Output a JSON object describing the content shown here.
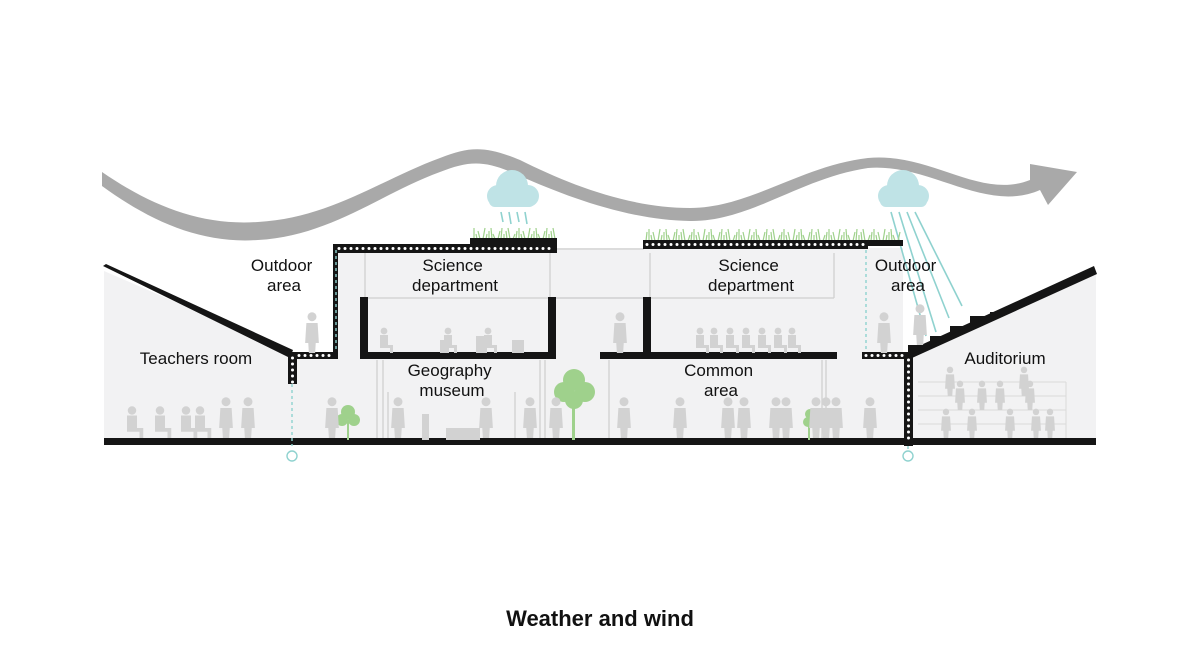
{
  "caption": "Weather and wind",
  "labels": {
    "outdoor_left": [
      "Outdoor",
      "area"
    ],
    "science_left": [
      "Science",
      "department"
    ],
    "science_right": [
      "Science",
      "department"
    ],
    "outdoor_right": [
      "Outdoor",
      "area"
    ],
    "teachers": "Teachers room",
    "geography": [
      "Geography",
      "museum"
    ],
    "common": [
      "Common",
      "area"
    ],
    "auditorium": "Auditorium"
  },
  "colors": {
    "structure": "#151515",
    "interior": "#f2f2f3",
    "wind": "#a9a9a9",
    "cloud": "#bfe3e6",
    "rain": "#8fd2cf",
    "greenery": "#9fd18c",
    "people": "#d2d2d2",
    "glass": "#cfcfcf"
  },
  "icons": {
    "wind": "wind-arrow-icon",
    "cloud": "rain-cloud-icon",
    "tree": "tree-icon",
    "drain": "drain-icon"
  }
}
